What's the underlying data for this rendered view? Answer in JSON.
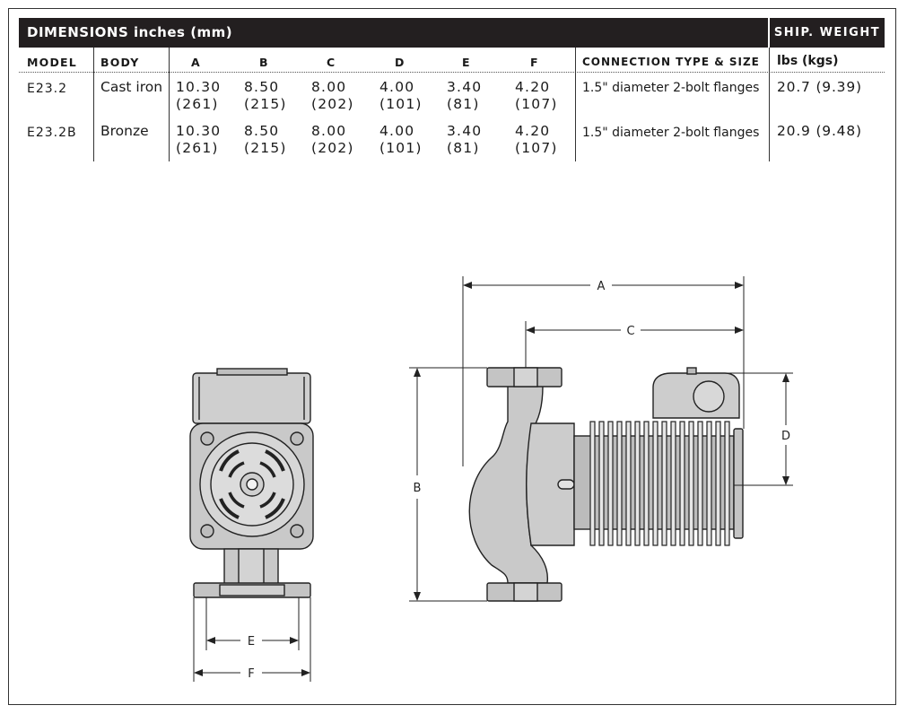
{
  "header": {
    "dimensions_title": "DIMENSIONS inches (mm)",
    "ship_weight_title": "SHIP. WEIGHT"
  },
  "columns": {
    "model": "MODEL",
    "body": "BODY",
    "a": "A",
    "b": "B",
    "c": "C",
    "d": "D",
    "e": "E",
    "f": "F",
    "connection": "CONNECTION TYPE & SIZE",
    "weight": "lbs (kgs)"
  },
  "rows": [
    {
      "model": "E23.2",
      "body": "Cast iron",
      "a_in": "10.30",
      "a_mm": "(261)",
      "b_in": "8.50",
      "b_mm": "(215)",
      "c_in": "8.00",
      "c_mm": "(202)",
      "d_in": "4.00",
      "d_mm": "(101)",
      "e_in": "3.40",
      "e_mm": "(81)",
      "f_in": "4.20",
      "f_mm": "(107)",
      "connection": "1.5\" diameter 2-bolt flanges",
      "weight": "20.7 (9.39)"
    },
    {
      "model": "E23.2B",
      "body": "Bronze",
      "a_in": "10.30",
      "a_mm": "(261)",
      "b_in": "8.50",
      "b_mm": "(215)",
      "c_in": "8.00",
      "c_mm": "(202)",
      "d_in": "4.00",
      "d_mm": "(101)",
      "e_in": "3.40",
      "e_mm": "(81)",
      "f_in": "4.20",
      "f_mm": "(107)",
      "connection": "1.5\" diameter 2-bolt flanges",
      "weight": "20.9 (9.48)"
    }
  ],
  "diagram": {
    "label_a": "A",
    "label_b": "B",
    "label_c": "C",
    "label_d": "D",
    "label_e": "E",
    "label_f": "F"
  }
}
